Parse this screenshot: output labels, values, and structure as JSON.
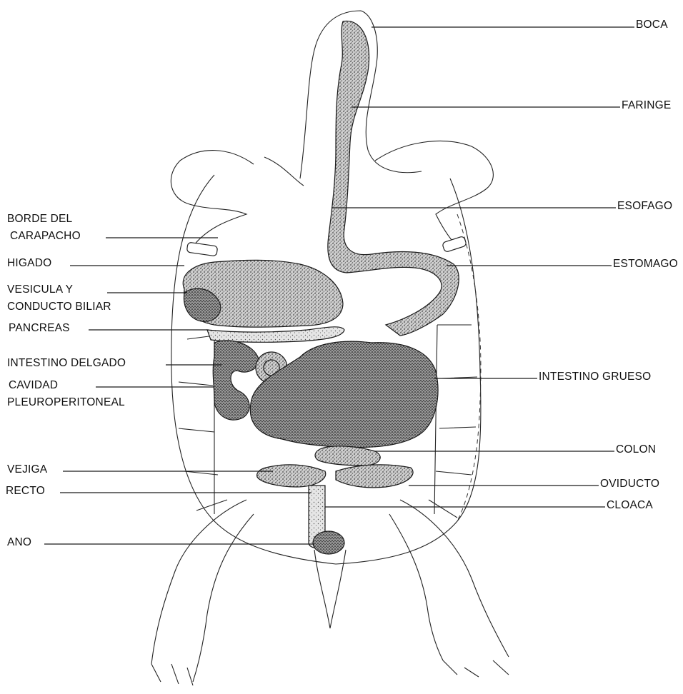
{
  "labels": {
    "boca": "BOCA",
    "faringe": "FARINGE",
    "esofago": "ESOFAGO",
    "estomago": "ESTOMAGO",
    "intestino_grueso": "INTESTINO GRUESO",
    "colon": "COLON",
    "oviducto": "OVIDUCTO",
    "cloaca": "CLOACA",
    "borde_del_carapacho_1": "BORDE DEL",
    "borde_del_carapacho_2": "CARAPACHO",
    "higado": "HIGADO",
    "vesicula_1": "VESICULA Y",
    "vesicula_2": "CONDUCTO BILIAR",
    "pancreas": "PANCREAS",
    "intestino_delgado": "INTESTINO DELGADO",
    "cavidad_1": "CAVIDAD",
    "cavidad_2": "PLEUROPERITONEAL",
    "vejiga": "VEJIGA",
    "recto": "RECTO",
    "ano": "ANO"
  }
}
